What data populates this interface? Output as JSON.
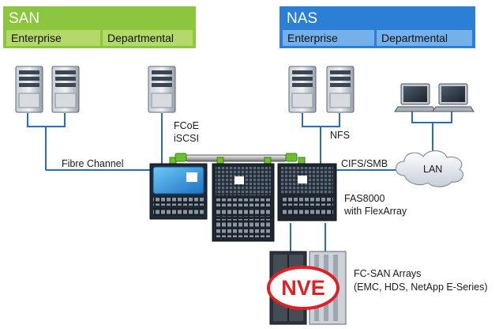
{
  "san": {
    "title": "SAN",
    "enterprise": "Enterprise",
    "departmental": "Departmental"
  },
  "nas": {
    "title": "NAS",
    "enterprise": "Enterprise",
    "departmental": "Departmental"
  },
  "labels": {
    "fcoe": "FCoE",
    "iscsi": "iSCSI",
    "nfs": "NFS",
    "fibre_channel": "Fibre Channel",
    "cifs_smb": "CIFS/SMB",
    "lan": "LAN",
    "fas_model": "FAS8000",
    "fas_sub": "with FlexArray",
    "fc_arrays": "FC-SAN Arrays",
    "fc_vendors": "(EMC, HDS, NetApp E-Series)",
    "nve": "NVE"
  },
  "colors": {
    "san": "#8cc63f",
    "san_light": "#b3d96b",
    "nas": "#2b7fd4",
    "nas_light": "#74b0ea",
    "nve_red": "#e01f26"
  }
}
